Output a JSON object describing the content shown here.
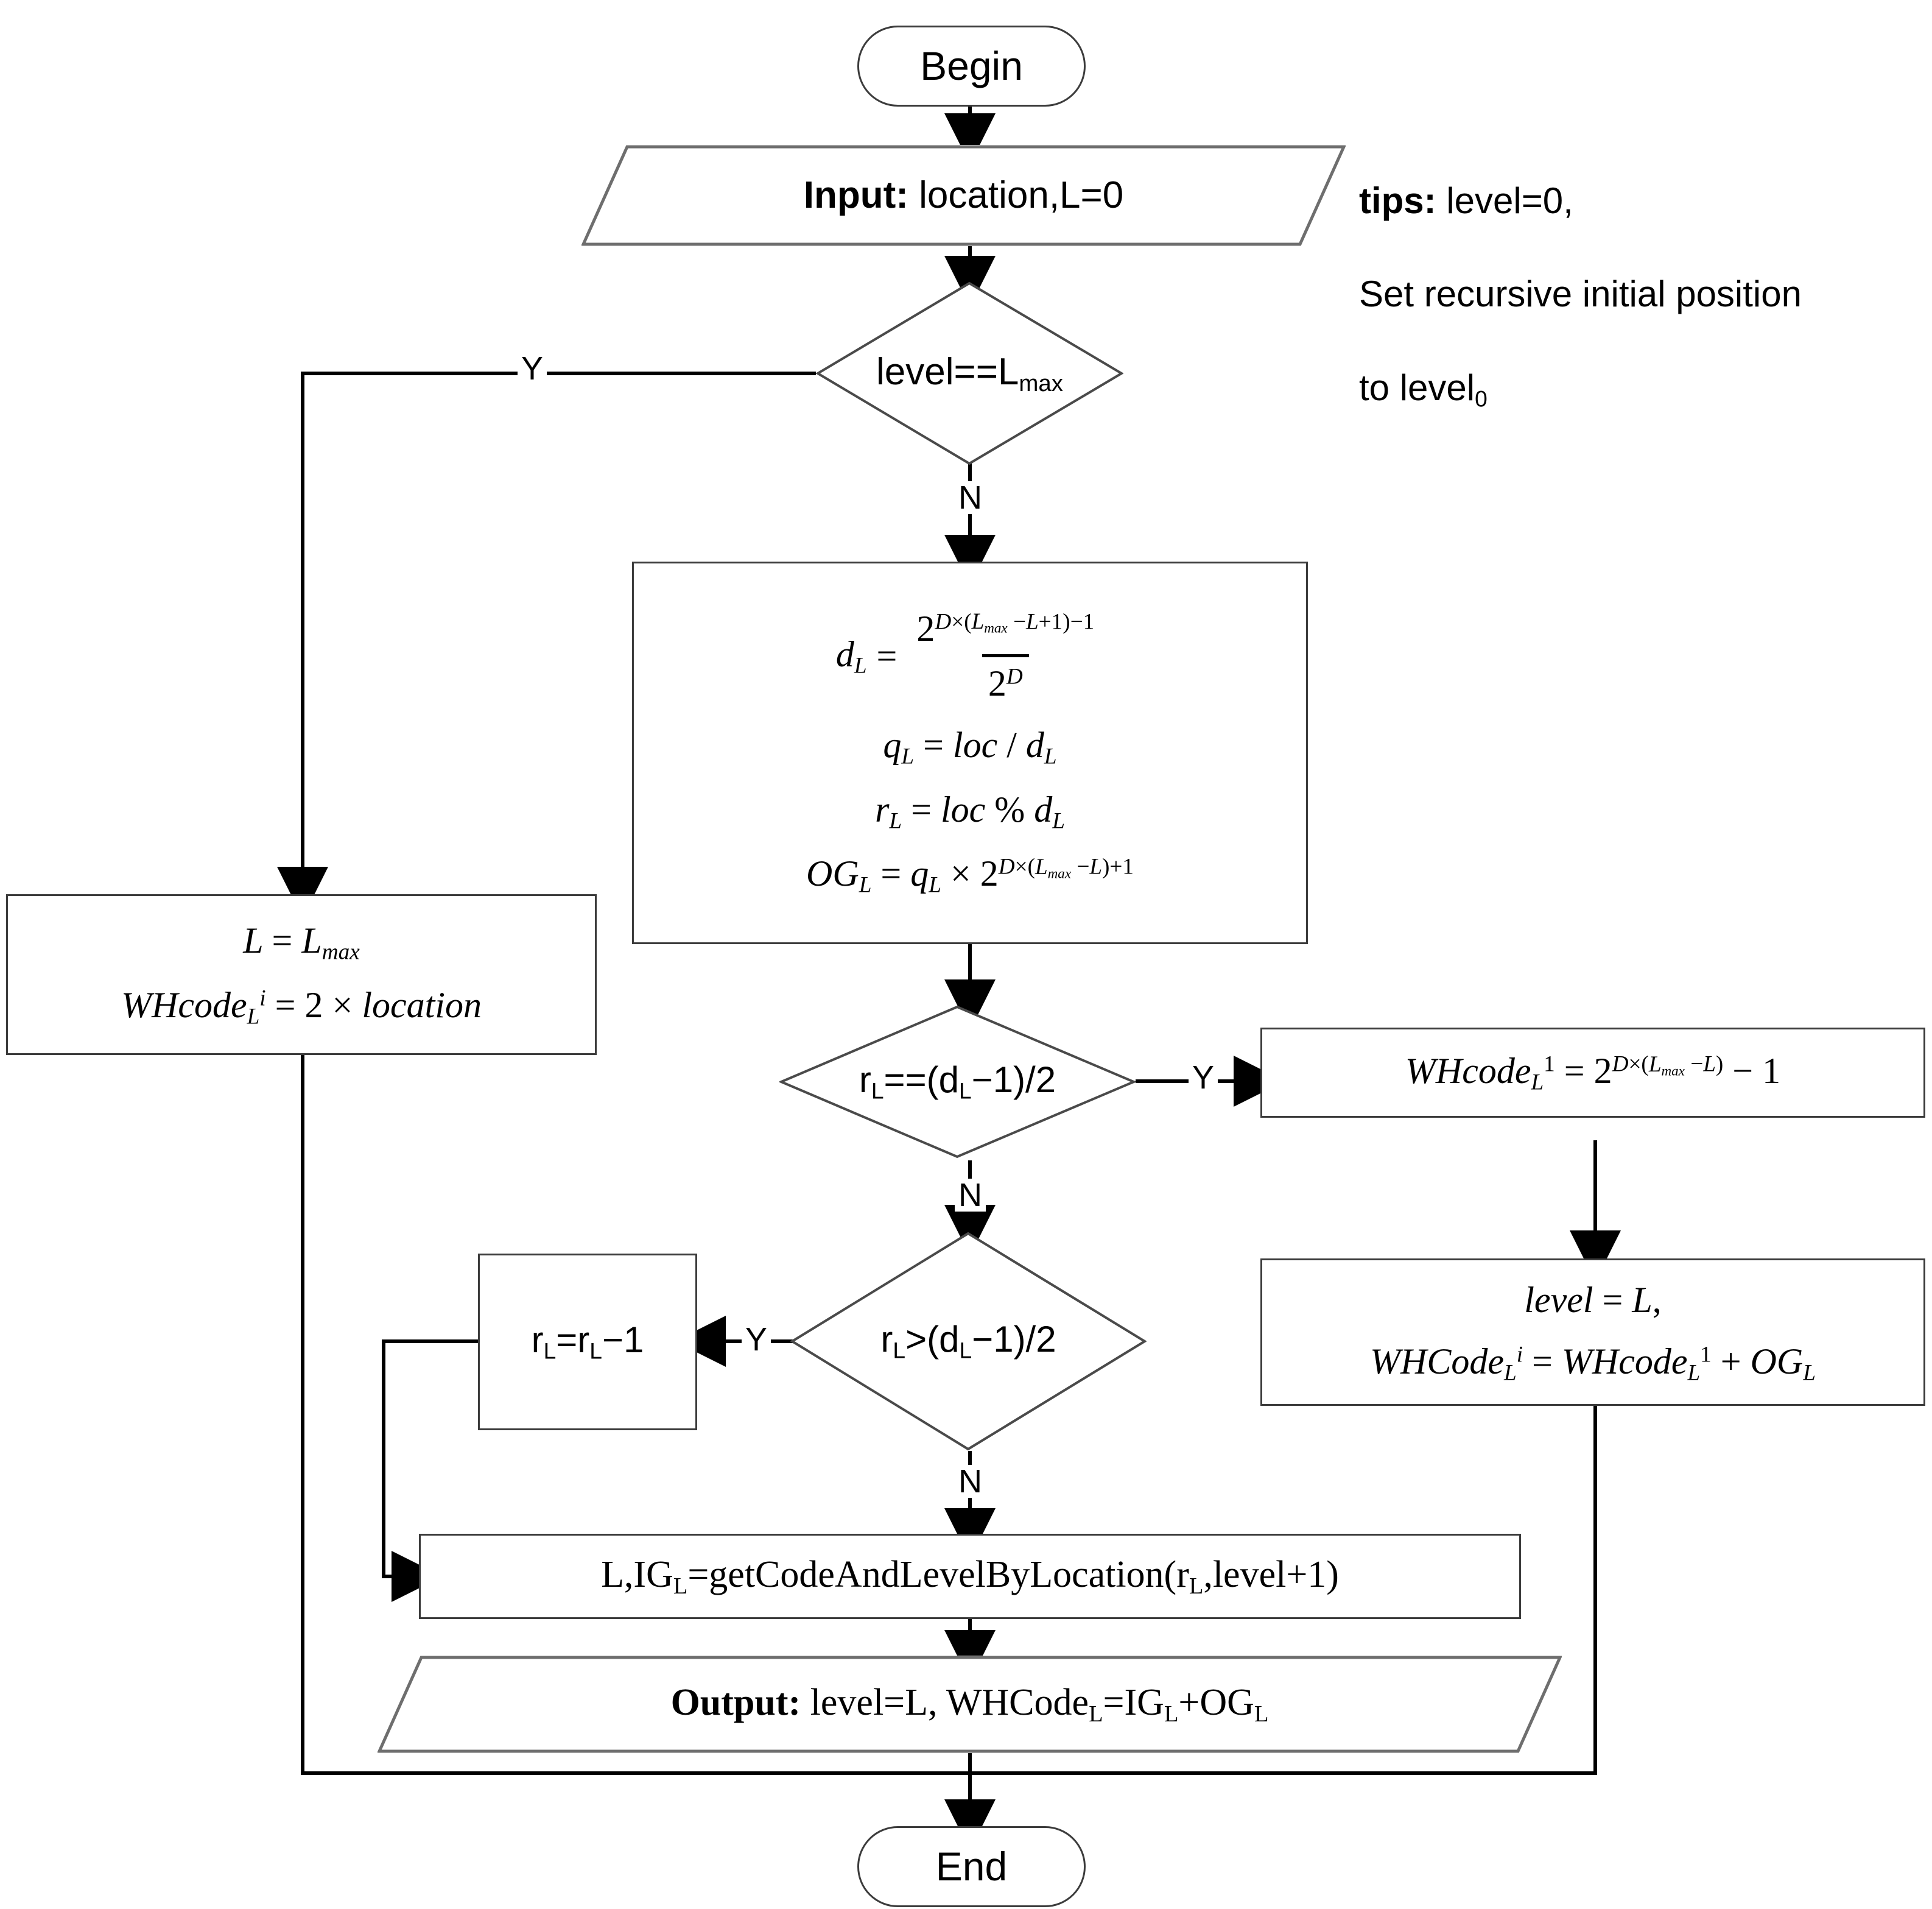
{
  "diagram": {
    "title": "getCodeAndLevelByLocation recursive flowchart",
    "type": "flowchart",
    "stroke_color": "#3c3c3c",
    "line_color": "#000000",
    "background": "#ffffff"
  },
  "nodes": {
    "begin": {
      "label": "Begin",
      "shape": "terminator"
    },
    "input": {
      "label_bold": "Input:",
      "label_rest": " location,L=0",
      "shape": "parallelogram"
    },
    "decision_level": {
      "label": "level==L",
      "label_sub": "max",
      "shape": "diamond"
    },
    "compute": {
      "shape": "process",
      "formulas": [
        {
          "lhs": "d",
          "lhs_sub": "L",
          "op": "=",
          "numerator": "2",
          "numerator_exp": "D×(L_max −L+1)−1",
          "denominator": "2",
          "denominator_exp": "D"
        },
        {
          "text": "q_L = loc / d_L"
        },
        {
          "text": "r_L = loc % d_L"
        },
        {
          "text": "OG_L = q_L × 2^{D×(L_max −L)+1}"
        }
      ]
    },
    "left_box": {
      "shape": "process",
      "line1": "L = L_max",
      "line2": "WHcode_L^i = 2 × location"
    },
    "decision_req": {
      "label": "r",
      "label_sub1": "L",
      "label_mid": "==(d",
      "label_sub2": "L",
      "label_end": "−1)/2",
      "shape": "diamond"
    },
    "whcode_box": {
      "shape": "process",
      "text": "WHcode_L^1 = 2^{D×(L_max −L)} − 1"
    },
    "level_box": {
      "shape": "process",
      "line1": "level = L,",
      "line2": "WHCode_L^i = WHcode_L^1 + OG_L"
    },
    "decision_gt": {
      "label": "r",
      "label_sub1": "L",
      "label_mid": ">(d",
      "label_sub2": "L",
      "label_end": "−1)/2",
      "shape": "diamond"
    },
    "decrement": {
      "label": "r",
      "label_sub1": "L",
      "label_mid": "=r",
      "label_sub2": "L",
      "label_end": "−1",
      "shape": "process"
    },
    "recurse": {
      "text": "L,IG",
      "text_sub1": "L",
      "text_mid": "=getCodeAndLevelByLocation(r",
      "text_sub2": "L",
      "text_end": ",level+1)",
      "shape": "process"
    },
    "output": {
      "label_bold": "Output:",
      "label_rest": " level=L, WHCode",
      "label_sub1": "L",
      "label_mid": "=IG",
      "label_sub2": "L",
      "label_plus": "+OG",
      "label_sub3": "L",
      "shape": "parallelogram"
    },
    "end": {
      "label": "End",
      "shape": "terminator"
    }
  },
  "edge_labels": {
    "level_yes": "Y",
    "level_no": "N",
    "req_yes": "Y",
    "req_no": "N",
    "gt_yes": "Y",
    "gt_no": "N"
  },
  "annotations": {
    "tips_bold": "tips:",
    "tips_line1": " level=0,",
    "tips_line2": "Set recursive initial position",
    "tips_line3_a": "to level",
    "tips_line3_sub": "0"
  }
}
